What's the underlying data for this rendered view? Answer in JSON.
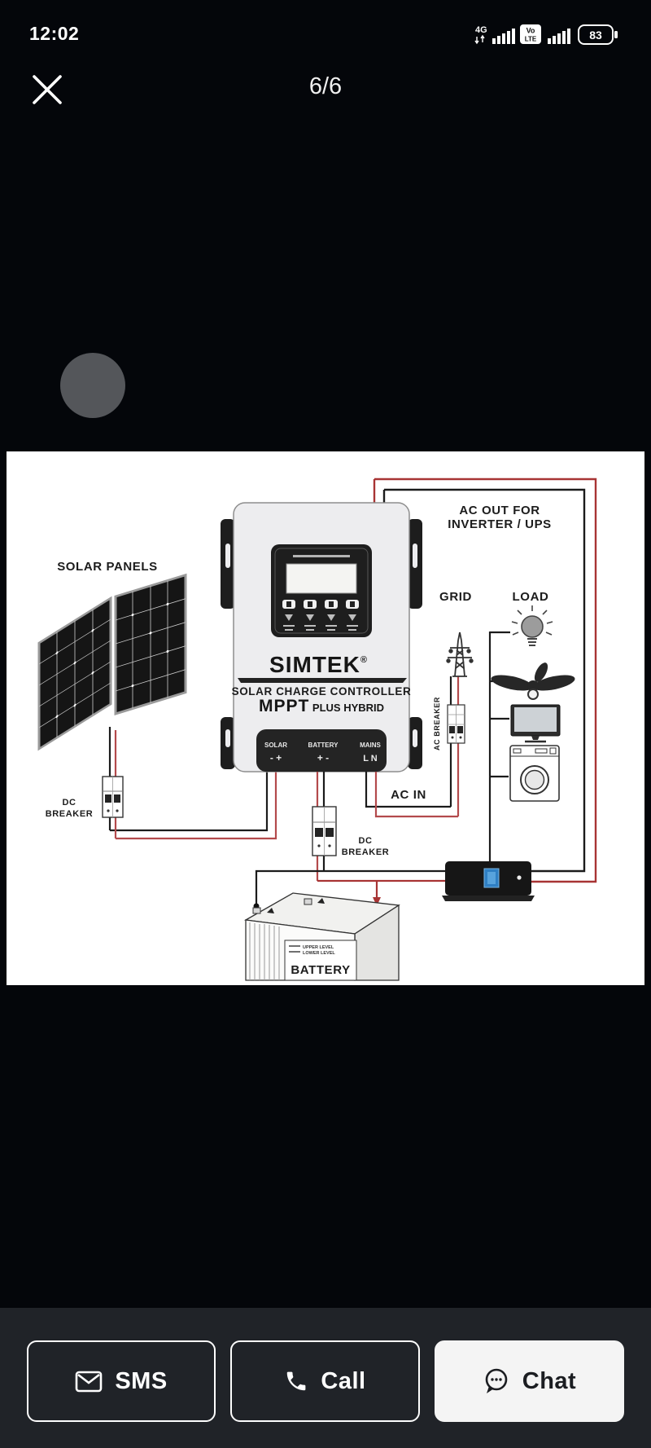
{
  "status_bar": {
    "time": "12:02",
    "network": "4G",
    "volte_top": "Vo",
    "volte_bottom": "LTE",
    "battery": "83"
  },
  "viewer": {
    "counter": "6/6"
  },
  "diagram": {
    "solar_panels": "SOLAR PANELS",
    "dc": "DC",
    "breaker": "BREAKER",
    "ac_out_1": "AC OUT FOR",
    "ac_out_2": "INVERTER / UPS",
    "grid": "GRID",
    "load": "LOAD",
    "ac_breaker": "AC BREAKER",
    "ac_in": "AC IN",
    "brand": "SIMTEK",
    "reg": "®",
    "product": "SOLAR CHARGE CONTROLLER",
    "mppt": "MPPT",
    "plus_hybrid": " PLUS HYBRID",
    "term_solar": "SOLAR",
    "term_solar_pol": "- +",
    "term_battery": "BATTERY",
    "term_battery_pol": "+ -",
    "term_mains": "MAINS",
    "term_mains_pol": "L N",
    "battery_label": "BATTERY",
    "upper_level": "UPPER LEVEL",
    "lower_level": "LOWER LEVEL"
  },
  "actions": {
    "sms": "SMS",
    "call": "Call",
    "chat": "Chat"
  }
}
